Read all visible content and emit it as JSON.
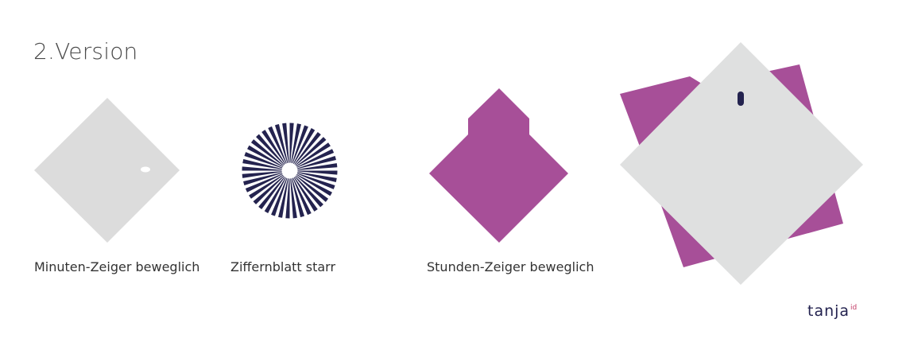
{
  "page": {
    "title": "2.Version"
  },
  "figures": [
    {
      "id": "minute-hand",
      "caption": "Minuten-Zeiger beweglich",
      "color": "#dcdcdc"
    },
    {
      "id": "dial",
      "caption": "Ziffernblatt starr",
      "color": "#24234f",
      "ray_count": 40
    },
    {
      "id": "hour-hand",
      "caption": "Stunden-Zeiger beweglich",
      "color": "#a74f98"
    }
  ],
  "composition": {
    "back_color": "#a74f98",
    "front_color": "#dfe0e0",
    "marker_color": "#24234f"
  },
  "logo": {
    "text": "tanja",
    "superscript": "id",
    "text_color": "#23224f",
    "superscript_color": "#c4406a"
  }
}
